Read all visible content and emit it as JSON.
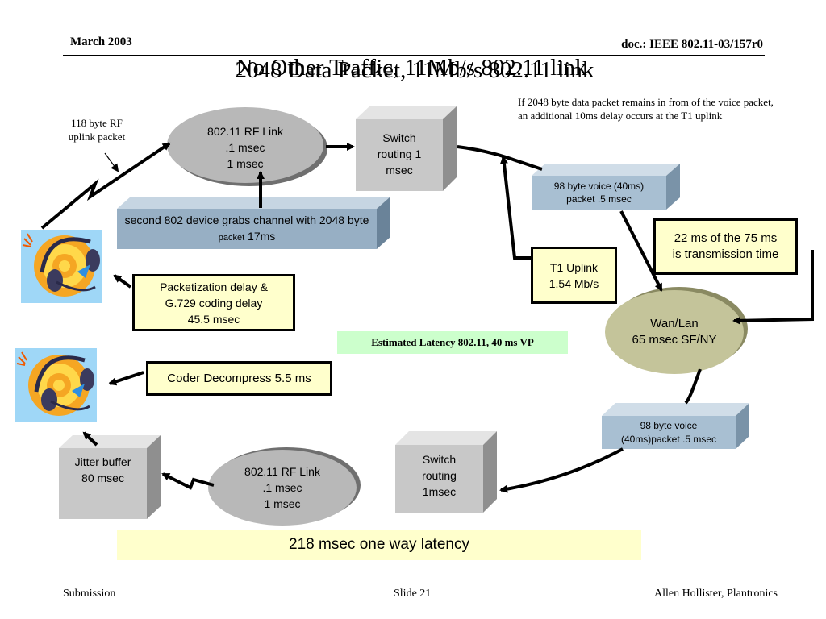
{
  "header": {
    "date": "March 2003",
    "doc": "doc.: IEEE 802.11-03/157r0",
    "title_a": "No Other Traffic, 11Mb/s 802.11 link",
    "title_b": "2048 Data Packet, 11Mb/s 802.11 link"
  },
  "footer": {
    "left": "Submission",
    "center": "Slide 21",
    "right": "Allen Hollister, Plantronics"
  },
  "notes": {
    "rf_packet": "118 byte RF\nuplink packet",
    "delay_note": "If 2048 byte data packet remains in from of the voice packet, an additional 10ms delay occurs at the T1 uplink"
  },
  "nodes": {
    "rf_link_top": "802.11  RF Link\n.1 msec\n1 msec",
    "switch_top": "Switch\nrouting 1\nmsec",
    "second_device": "second 802 device grabs channel with 2048 byte",
    "second_device_small": "packet",
    "second_device_end": "17ms",
    "voice_top": "98 byte voice (40ms)\npacket .5 msec",
    "wan": "Wan/Lan\n65 msec SF/NY",
    "voice_bottom": "98 byte voice\n(40ms)packet .5 msec",
    "switch_bottom": "Switch\nrouting\n1msec",
    "rf_link_bottom": "802.11  RF Link\n.1 msec\n1 msec",
    "jitter": "Jitter buffer\n80 msec"
  },
  "annotations": {
    "packetization": "Packetization delay &\nG.729 coding delay\n45.5 msec",
    "t1": "T1 Uplink\n1.54 Mb/s",
    "transmission": "22 ms of the 75 ms\nis transmission time",
    "coder": "Coder Decompress 5.5 ms",
    "estimated": "Estimated Latency 802.11, 40 ms VP",
    "total": "218 msec one way latency"
  },
  "icons": {
    "headset_top": "headset-icon",
    "headset_bottom": "headset-icon"
  },
  "colors": {
    "ellipse_gray": "#b8b8b8",
    "box_gray": "#c8c8c8",
    "blue_box": "#97afc4",
    "wan_green": "#c4c49a",
    "note_yellow": "#ffffcc",
    "estimate_green": "#ccffcc",
    "headset_bg": "#9fd7f7"
  }
}
